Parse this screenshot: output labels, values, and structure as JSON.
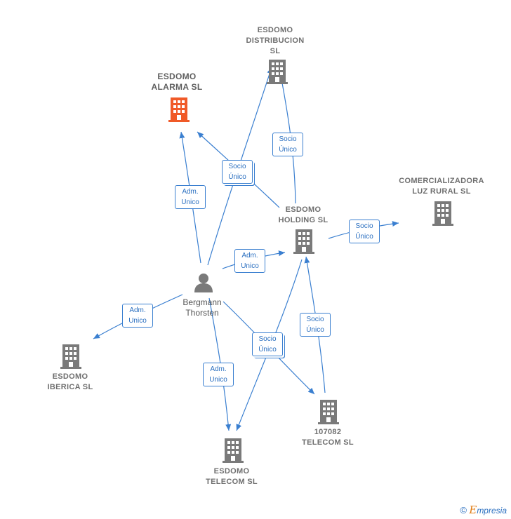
{
  "nodes": {
    "esdomo_distribucion": {
      "label": "ESDOMO\nDISTRIBUCION\nSL"
    },
    "esdomo_alarma": {
      "label": "ESDOMO\nALARMA  SL"
    },
    "comercializadora": {
      "label": "COMERCIALIZADORA\nLUZ RURAL  SL"
    },
    "esdomo_holding": {
      "label": "ESDOMO\nHOLDING  SL"
    },
    "bergmann": {
      "label": "Bergmann\nThorsten"
    },
    "esdomo_iberica": {
      "label": "ESDOMO\nIBERICA  SL"
    },
    "telecom_107082": {
      "label": "107082\nTELECOM  SL"
    },
    "esdomo_telecom": {
      "label": "ESDOMO\nTELECOM  SL"
    }
  },
  "edges": {
    "socio_unico_distribucion": "Socio\nÚnico",
    "socio_unico_alarma": "Socio\nÚnico",
    "adm_unico_alarma": "Adm.\nUnico",
    "adm_unico_holding": "Adm.\nUnico",
    "socio_unico_comercializadora": "Socio\nÚnico",
    "adm_unico_iberica": "Adm.\nUnico",
    "socio_unico_telecom": "Socio\nÚnico",
    "socio_unico_holding": "Socio\nÚnico",
    "adm_unico_telecom": "Adm.\nUnico"
  },
  "colors": {
    "main_company": "#f05a28",
    "company": "#7a7a7a",
    "person": "#7a7a7a",
    "edge": "#3a7fd0"
  },
  "icons": {
    "company": "building-icon",
    "person": "person-icon"
  },
  "footer": {
    "copyright": "©",
    "brand_initial": "E",
    "brand_rest": "mpresia"
  }
}
